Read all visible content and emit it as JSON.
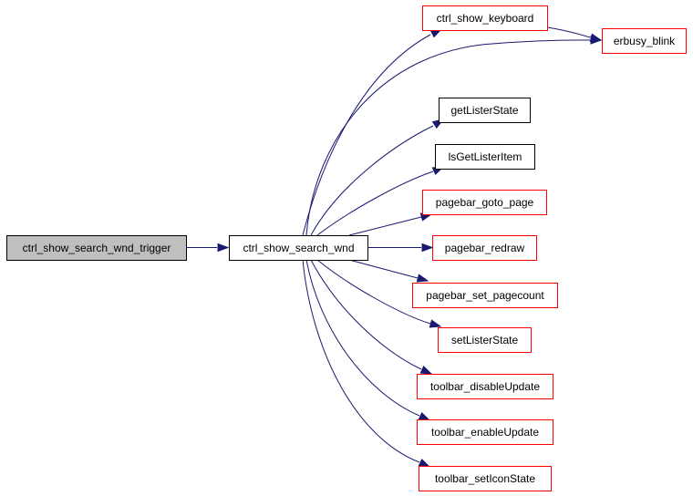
{
  "colors": {
    "edge": "#191970",
    "border_linked": "#ff0000",
    "border_plain": "#000000",
    "fill_root": "#bfbfbf",
    "fill_default": "#ffffff"
  },
  "nodes": [
    {
      "id": "trigger",
      "label": "ctrl_show_search_wnd_trigger",
      "style": "root"
    },
    {
      "id": "wnd",
      "label": "ctrl_show_search_wnd",
      "style": "plain"
    },
    {
      "id": "kbd",
      "label": "ctrl_show_keyboard",
      "style": "linked"
    },
    {
      "id": "blink",
      "label": "erbusy_blink",
      "style": "linked"
    },
    {
      "id": "gls",
      "label": "getListerState",
      "style": "plain"
    },
    {
      "id": "lsg",
      "label": "lsGetListerItem",
      "style": "plain"
    },
    {
      "id": "goto",
      "label": "pagebar_goto_page",
      "style": "linked"
    },
    {
      "id": "redraw",
      "label": "pagebar_redraw",
      "style": "linked"
    },
    {
      "id": "pgcount",
      "label": "pagebar_set_pagecount",
      "style": "linked"
    },
    {
      "id": "sls",
      "label": "setListerState",
      "style": "linked"
    },
    {
      "id": "tdis",
      "label": "toolbar_disableUpdate",
      "style": "linked"
    },
    {
      "id": "ten",
      "label": "toolbar_enableUpdate",
      "style": "linked"
    },
    {
      "id": "ticon",
      "label": "toolbar_setIconState",
      "style": "linked"
    }
  ],
  "edges": [
    {
      "from": "trigger",
      "to": "wnd"
    },
    {
      "from": "wnd",
      "to": "kbd"
    },
    {
      "from": "wnd",
      "to": "blink"
    },
    {
      "from": "kbd",
      "to": "blink"
    },
    {
      "from": "wnd",
      "to": "gls"
    },
    {
      "from": "wnd",
      "to": "lsg"
    },
    {
      "from": "wnd",
      "to": "goto"
    },
    {
      "from": "wnd",
      "to": "redraw"
    },
    {
      "from": "wnd",
      "to": "pgcount"
    },
    {
      "from": "wnd",
      "to": "sls"
    },
    {
      "from": "wnd",
      "to": "tdis"
    },
    {
      "from": "wnd",
      "to": "ten"
    },
    {
      "from": "wnd",
      "to": "ticon"
    }
  ]
}
